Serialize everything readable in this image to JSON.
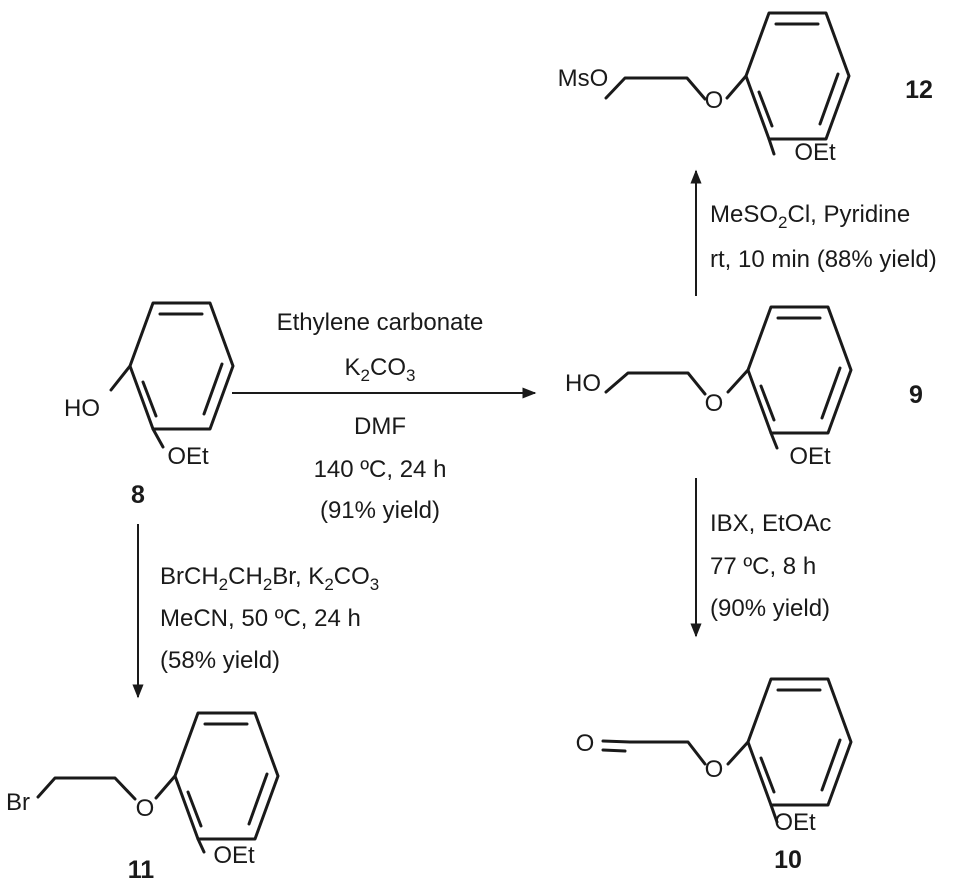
{
  "compounds": {
    "c8": {
      "number": "8",
      "left_label": "HO",
      "ring_sub": "OEt"
    },
    "c9": {
      "number": "9",
      "left_label": "HO",
      "ether": "O",
      "ring_sub": "OEt"
    },
    "c10": {
      "number": "10",
      "left_label": "O",
      "ether": "O",
      "ring_sub": "OEt"
    },
    "c11": {
      "number": "11",
      "left_label": "Br",
      "ether": "O",
      "ring_sub": "OEt"
    },
    "c12": {
      "number": "12",
      "left_label": "MsO",
      "ether": "O",
      "ring_sub": "OEt"
    }
  },
  "reactions": {
    "r8_9": {
      "line1": "Ethylene carbonate",
      "line2_base": "K",
      "line2_sub1": "2",
      "line2_mid": "CO",
      "line2_sub2": "3",
      "line3": "DMF",
      "line4": "140 ºC, 24 h",
      "line5": "(91% yield)"
    },
    "r9_12": {
      "line1_base": "MeSO",
      "line1_sub": "2",
      "line1_rest": "Cl, Pyridine",
      "line2": "rt, 10 min (88% yield)"
    },
    "r9_10": {
      "line1": "IBX, EtOAc",
      "line2": "77 ºC, 8 h",
      "line3": "(90% yield)"
    },
    "r8_11": {
      "line1_a": "BrCH",
      "line1_sub1": "2",
      "line1_b": "CH",
      "line1_sub2": "2",
      "line1_c": "Br, K",
      "line1_sub3": "2",
      "line1_d": "CO",
      "line1_sub4": "3",
      "line2": "MeCN, 50 ºC, 24 h",
      "line3": "(58% yield)"
    }
  }
}
